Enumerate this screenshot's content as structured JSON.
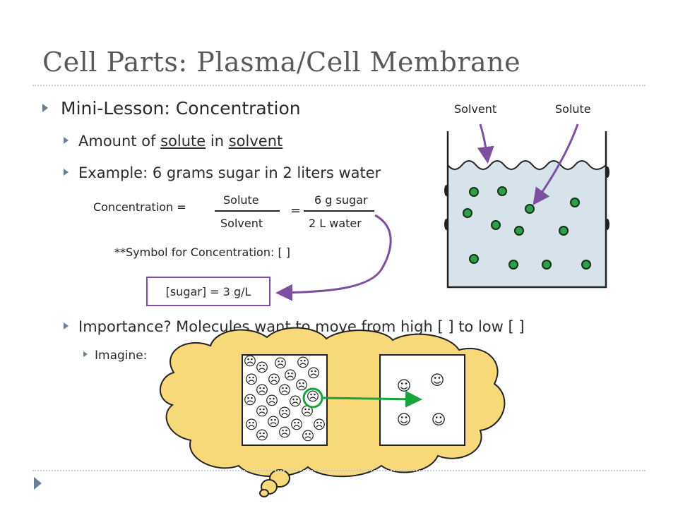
{
  "slide": {
    "title": "Cell Parts: Plasma/Cell Membrane",
    "bullet_main": "Mini-Lesson: Concentration",
    "sub1_pre": "Amount of ",
    "sub1_solute": "solute",
    "sub1_mid": " in ",
    "sub1_solvent": "solvent",
    "sub2": "Example: 6 grams sugar in 2 liters water",
    "importance": "Importance? Molecules want to move from high [  ] to low [  ]",
    "imagine": "Imagine:"
  },
  "equation": {
    "lhs": "Concentration =",
    "num1": "Solute",
    "den1": "Solvent",
    "equals": "=",
    "num2": "6 g sugar",
    "den2": "2 L water",
    "symbol_note": "**Symbol for Concentration: [  ]",
    "result": "[sugar] = 3 g/L"
  },
  "beaker": {
    "label_solvent": "Solvent",
    "label_solute": "Solute",
    "water_color": "#d6e3ea",
    "particle_color": "#2e9e4f"
  },
  "thought": {
    "cloud_color": "#f7d97a",
    "arrow_color": "#1aa33a",
    "frown_glyph": "☹",
    "smile_glyph": "☺"
  },
  "colors": {
    "purple_arrow": "#7b4fa2",
    "bullet": "#6b7f92",
    "title": "#595959"
  }
}
